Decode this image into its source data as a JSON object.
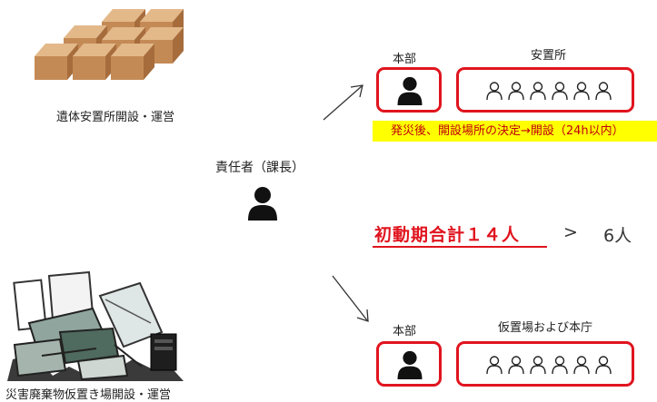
{
  "top_left": {
    "caption": "遺体安置所開設・運営",
    "image": "stacked-boxes"
  },
  "bottom_left": {
    "caption": "災害廃棄物仮置き場開設・運営",
    "image": "debris-pile"
  },
  "center": {
    "label": "責任者（課長）"
  },
  "top_right": {
    "hq_label": "本部",
    "site_label": "安置所",
    "banner": "発災後、開設場所の決定→開設（24h以内）",
    "staff_count": 6
  },
  "bottom_right": {
    "hq_label": "本部",
    "site_label": "仮置場および本庁",
    "staff_count": 6
  },
  "summary": {
    "total": "初動期合計１４人",
    "comparator": ">",
    "compare_value": "6人"
  },
  "colors": {
    "accent_red": "#e0141e",
    "banner_yellow": "#ffff00",
    "banner_text": "#c0000c"
  }
}
